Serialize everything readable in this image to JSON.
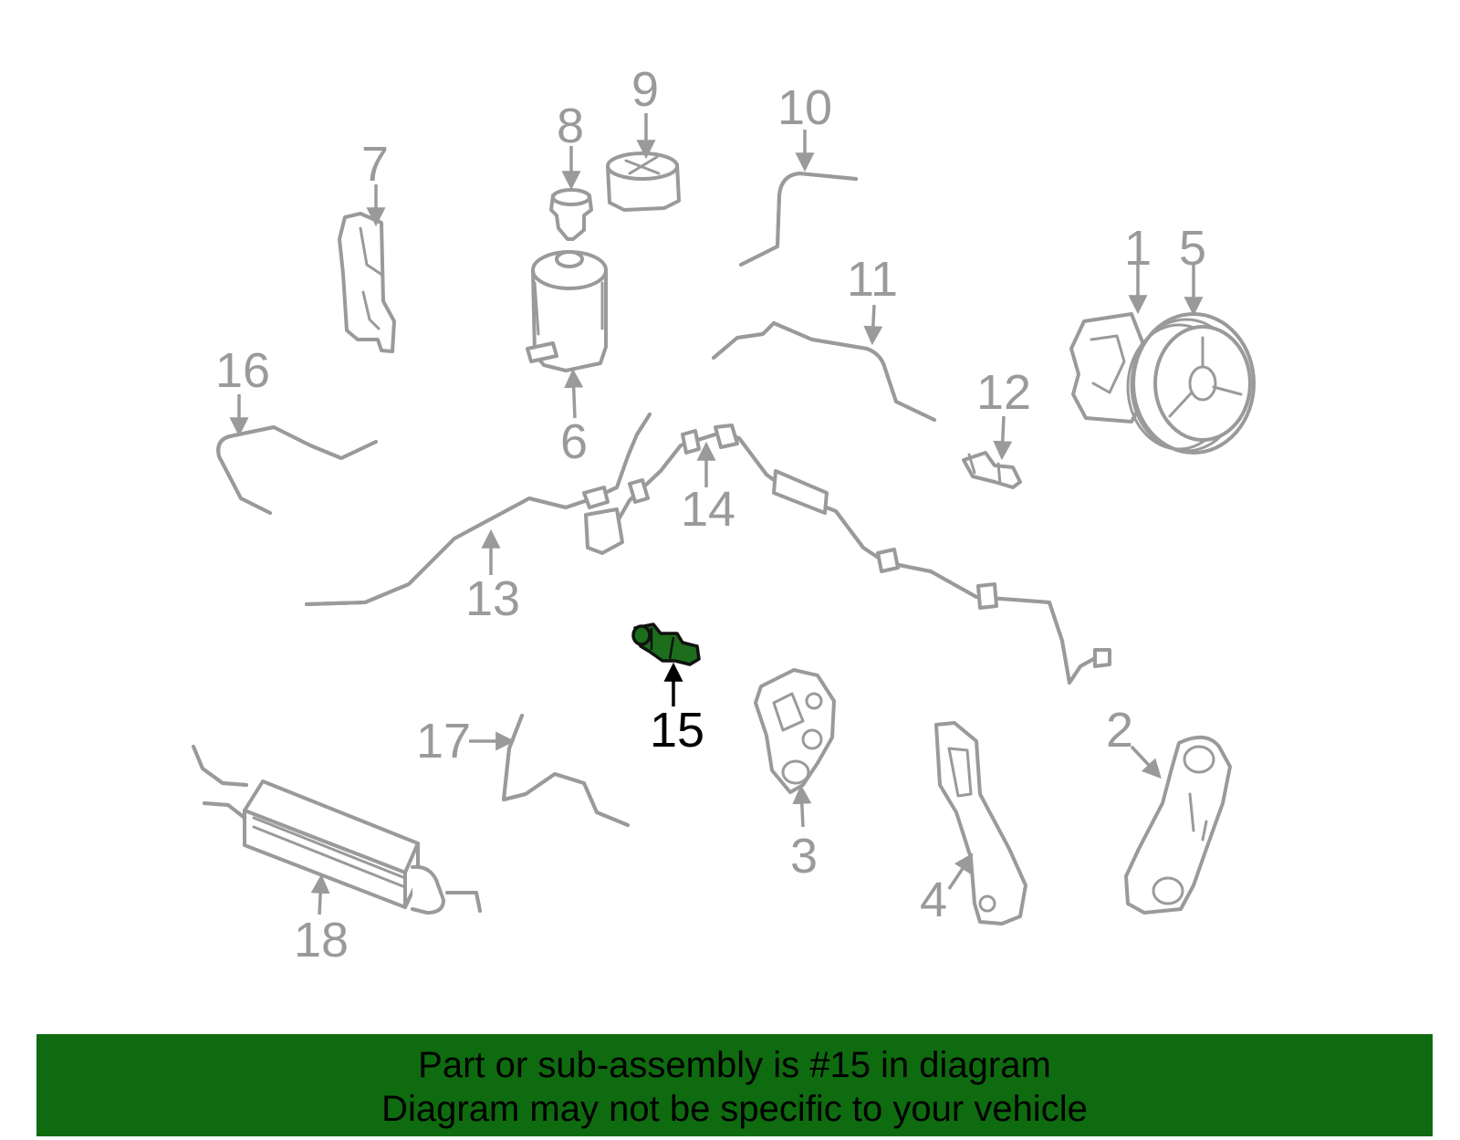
{
  "diagram": {
    "highlighted_part": "15",
    "highlight_color": "#1c6e1c",
    "part_color": "#9a9a9a",
    "callouts": [
      "1",
      "2",
      "3",
      "4",
      "5",
      "6",
      "7",
      "8",
      "9",
      "10",
      "11",
      "12",
      "13",
      "14",
      "15",
      "16",
      "17",
      "18"
    ]
  },
  "banner": {
    "color": "#0f6b0f",
    "line1": "Part or sub-assembly is #15 in diagram",
    "line2": "Diagram may not be specific to your vehicle"
  }
}
